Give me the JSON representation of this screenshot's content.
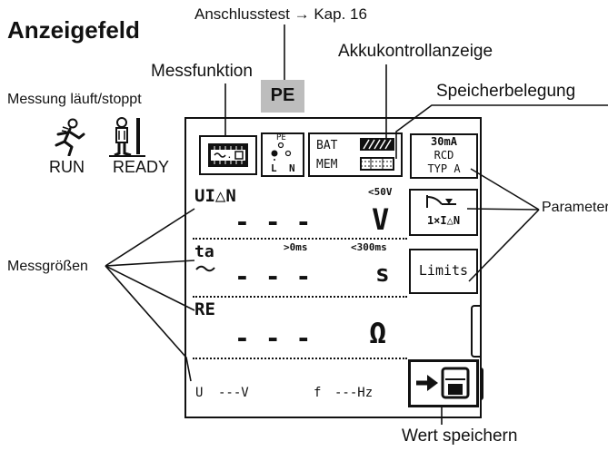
{
  "title": "Anzeigefeld",
  "top_callout": "Anschlusstest → Kap. 16",
  "pe_badge": "PE",
  "status_label": "Messung läuft/stoppt",
  "run_label": "RUN",
  "ready_label": "READY",
  "callouts": {
    "messfunktion": "Messfunktion",
    "akku": "Akkukontrollanzeige",
    "speicher": "Speicherbelegung",
    "parameter": "Parameter",
    "messgroessen": "Messgrößen",
    "wert_speichern": "Wert speichern"
  },
  "display": {
    "pe_symbol": "PE",
    "l_symbol": "L",
    "n_symbol": "N",
    "bat_label": "BAT",
    "mem_label": "MEM",
    "param_box": [
      "30mA",
      "RCD",
      "TYP A"
    ],
    "multiplier": "1×I△N",
    "limits_button": "Limits",
    "row1": {
      "name": "UI△N",
      "limit": "<50V",
      "value": "- - -",
      "unit": "V"
    },
    "row2": {
      "name": "ta",
      "limit_low": ">0ms",
      "limit_high": "<300ms",
      "value": "- - -",
      "unit": "s"
    },
    "row3": {
      "name": "RE",
      "value": "- - -",
      "unit": "Ω"
    },
    "bottom": {
      "u_label": "U",
      "u_value": "---V",
      "f_label": "f",
      "f_value": "---Hz"
    }
  }
}
